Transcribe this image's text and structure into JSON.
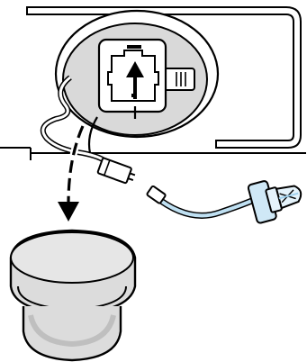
{
  "diagram": {
    "description_visible_text": "",
    "colors": {
      "line": "#000000",
      "housing_fill": "#ffffff",
      "socket_fill": "#d9d9d9",
      "cap_fill": "#dcdcdc",
      "cap_shadow": "#bfbfbf",
      "bulb_fill": "#cfe8f6",
      "bulb_accent": "#9fd0ec"
    },
    "icons": [
      "headlight-housing",
      "bulb-socket",
      "connector-plug",
      "dust-cover-cap",
      "halogen-bulb",
      "remove-direction-arrow"
    ]
  }
}
